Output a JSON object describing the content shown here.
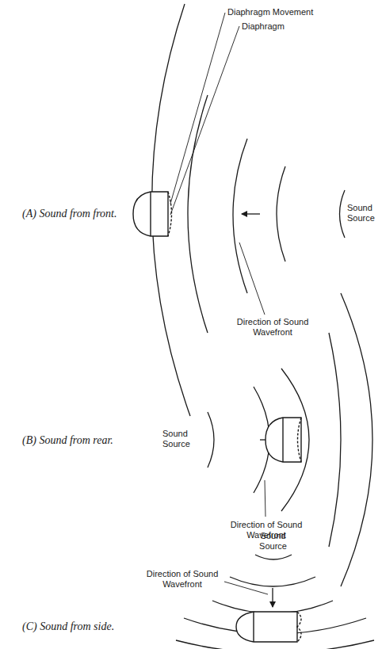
{
  "diagram": {
    "labels": [
      "(A) Sound from front.",
      "Diaphragm Movement",
      "Diaphragm",
      "Sound Source",
      "Direction of Sound Wavefront",
      "(B) Sound from rear.",
      "Sound Source",
      "Direction of Sound Wavefront",
      "(C) Sound from side.",
      "Sound Source",
      "Direction of Sound Wavefront"
    ]
  }
}
